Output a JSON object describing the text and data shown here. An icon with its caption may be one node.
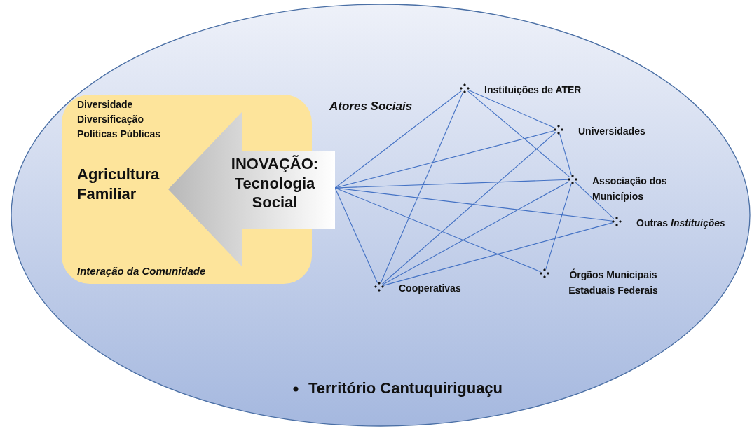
{
  "diagram": {
    "nodes": [
      {
        "text": [
          "Território Cantuquiriguaçu"
        ]
      },
      {
        "text": [
          "Diversidade",
          "Diversificação",
          "Políticas Públicas",
          "Agricultura Familiar",
          "Interação da Comunidade"
        ],
        "in": 0
      },
      {
        "text": [
          "INOVAÇÃO: Tecnologia Social"
        ],
        "in": 0
      },
      {
        "text": [
          "Instituições de ATER"
        ],
        "in": 0
      },
      {
        "text": [
          "Universidades"
        ],
        "in": 0
      },
      {
        "text": [
          "Associação dos Municípios"
        ],
        "in": 0
      },
      {
        "text": [
          "Outras *Instituições*"
        ],
        "in": 0
      },
      {
        "text": [
          "Órgãos Municipais Estaduais Federais"
        ],
        "in": 0
      },
      {
        "text": [
          "Cooperativas"
        ],
        "in": 0
      }
    ],
    "edges": [
      {
        "from": 2,
        "to": 3,
        "arrow": "none"
      },
      {
        "from": 2,
        "to": 4,
        "arrow": "none"
      },
      {
        "from": 2,
        "to": 5,
        "arrow": "none"
      },
      {
        "from": 2,
        "to": 6,
        "arrow": "none"
      },
      {
        "from": 2,
        "to": 7,
        "arrow": "none"
      },
      {
        "from": 2,
        "to": 8,
        "arrow": "none"
      },
      {
        "from": 3,
        "to": 4,
        "arrow": "none"
      },
      {
        "from": 3,
        "to": 5,
        "arrow": "none"
      },
      {
        "from": 3,
        "to": 8,
        "arrow": "none"
      },
      {
        "from": 4,
        "to": 5,
        "arrow": "none"
      },
      {
        "from": 4,
        "to": 8,
        "arrow": "none"
      },
      {
        "from": 5,
        "to": 6,
        "arrow": "none"
      },
      {
        "from": 5,
        "to": 7,
        "arrow": "none"
      },
      {
        "from": 5,
        "to": 8,
        "arrow": "none"
      },
      {
        "from": 6,
        "to": 8,
        "arrow": "none"
      }
    ],
    "labels": [
      "Atores Sociais"
    ]
  }
}
